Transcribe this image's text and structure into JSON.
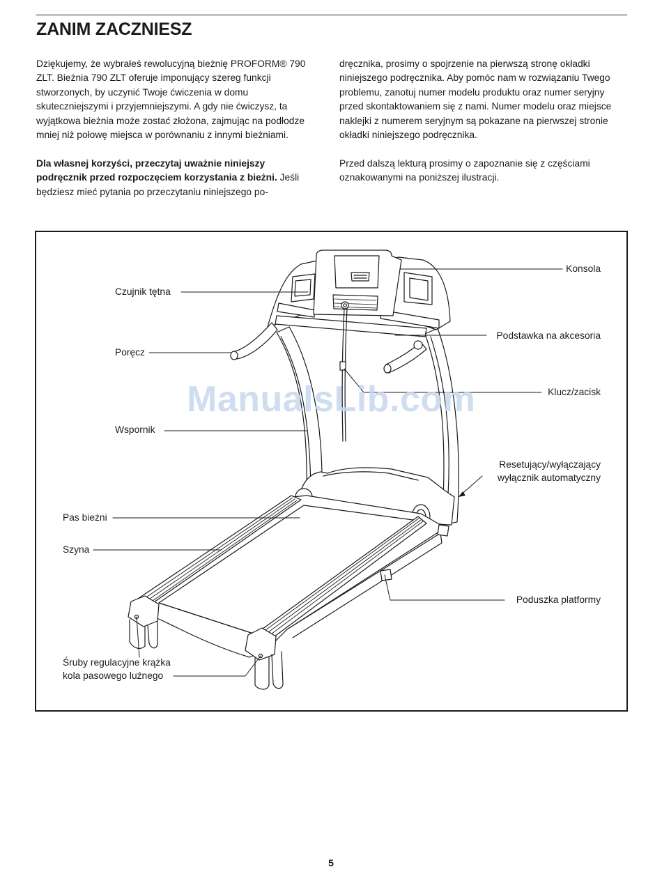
{
  "header": {
    "title": "ZANIM ZACZNIESZ"
  },
  "intro": {
    "left_para1": "Dziękujemy, że wybrałeś rewolucyjną bieżnię PROFORM® 790 ZLT. Bieżnia 790 ZLT oferuje imponujący szereg funkcji stworzonych, by uczynić Twoje ćwiczenia w domu skuteczniejszymi i przyjemniejszymi. A gdy nie ćwiczysz, ta wyjątkowa bieżnia może zostać złożona, zajmując na podłodze mniej niż połowę miejsca w porównaniu z innymi bieżniami.",
    "left_para2_bold": "Dla własnej korzyści, przeczytaj uważnie niniejszy podręcznik przed rozpoczęciem korzystania z bieżni.",
    "left_para2_rest": " Jeśli będziesz mieć pytania po przeczytaniu niniejszego po-",
    "right_para1": "dręcznika, prosimy o spojrzenie na pierwszą stronę okładki niniejszego podręcznika. Aby pomóc nam w rozwiązaniu Twego problemu, zanotuj numer modelu produktu oraz numer seryjny przed skontaktowaniem się z nami. Numer modelu oraz miejsce naklejki z numerem seryjnym są pokazane na pierwszej stronie okładki niniejszego podręcznika.",
    "right_para2": "Przed dalszą lekturą prosimy o zapoznanie się z częściami oznakowanymi na poniższej ilustracji."
  },
  "diagram": {
    "labels": {
      "konsola": "Konsola",
      "czujnik": "Czujnik tętna",
      "podstawka": "Podstawka na akcesoria",
      "porecz": "Poręcz",
      "klucz": "Klucz/zacisk",
      "wspornik": "Wspornik",
      "reset_line1": "Resetujący/wyłączający",
      "reset_line2": "wyłącznik automatyczny",
      "pas": "Pas bieżni",
      "szyna": "Szyna",
      "poduszka": "Poduszka platformy",
      "sruby_line1": "Śruby regulacyjne krążka",
      "sruby_line2": "kola pasowego luźnego"
    }
  },
  "watermark": "ManualsLib.com",
  "footer": {
    "page_number": "5"
  }
}
